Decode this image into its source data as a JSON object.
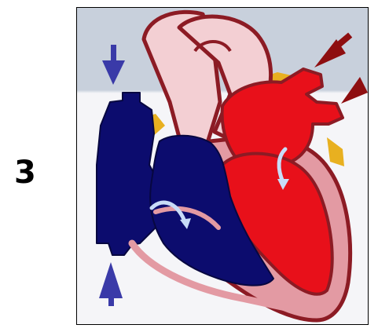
{
  "step_number": "3",
  "colors": {
    "deoxygenated_blood": "#0c0c6e",
    "oxygenated_blood": "#e8101a",
    "heart_muscle": "#e39aa3",
    "vessel_wall": "#f3cfd3",
    "outline": "#8c1b24",
    "fat_tissue": "#e8b020",
    "inflow_arrow_blue": "#3a3aa8",
    "inflow_arrow_red": "#8e0e10",
    "flow_arrow": "#c8dcf8",
    "background_top": "#c8d0dc",
    "background_bottom": "#f5f5f8"
  },
  "arrows": [
    {
      "name": "superior-vena-cava-arrow",
      "direction": "down",
      "color": "blue"
    },
    {
      "name": "inferior-vena-cava-arrow",
      "direction": "up",
      "color": "blue"
    },
    {
      "name": "pulmonary-vein-arrow-upper",
      "direction": "in",
      "color": "red"
    },
    {
      "name": "pulmonary-vein-arrow-lower",
      "direction": "in",
      "color": "red"
    },
    {
      "name": "tricuspid-flow-arrow",
      "direction": "down-right",
      "color": "light-blue"
    },
    {
      "name": "mitral-flow-arrow",
      "direction": "down",
      "color": "light-blue"
    }
  ]
}
